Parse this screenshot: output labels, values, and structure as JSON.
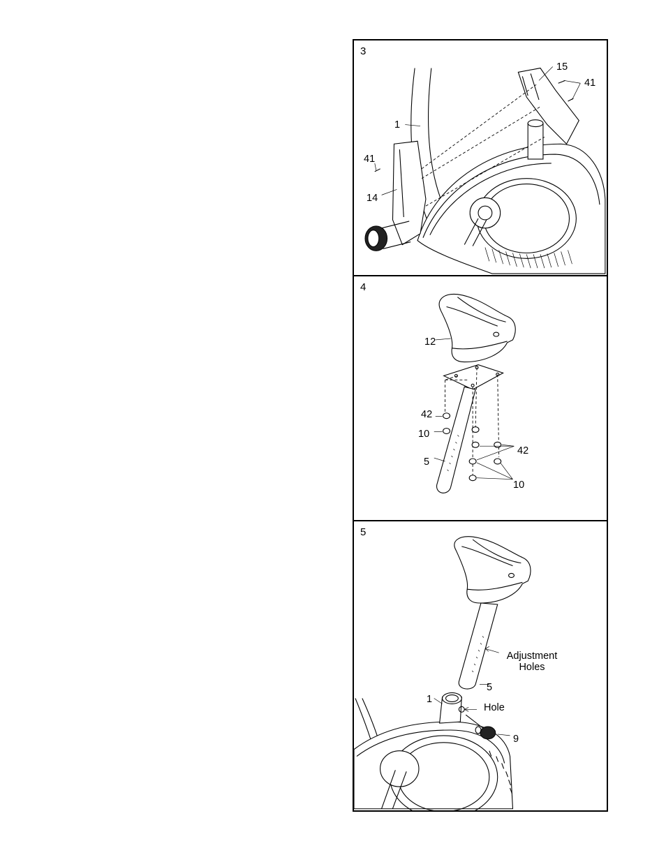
{
  "panels": {
    "step3": {
      "step_number": "3",
      "labels": {
        "frame": "1",
        "right_cover": "15",
        "screws_right": "41",
        "screw_left": "41",
        "left_cover": "14"
      }
    },
    "step4": {
      "step_number": "4",
      "labels": {
        "seat": "12",
        "washer_left": "42",
        "nut_left": "10",
        "seat_post": "5",
        "washers_right": "42",
        "nuts_right": "10"
      }
    },
    "step5": {
      "step_number": "5",
      "labels": {
        "adjustment_line1": "Adjustment",
        "adjustment_line2": "Holes",
        "seat_post": "5",
        "frame": "1",
        "hole": "Hole",
        "knob": "9"
      }
    }
  }
}
